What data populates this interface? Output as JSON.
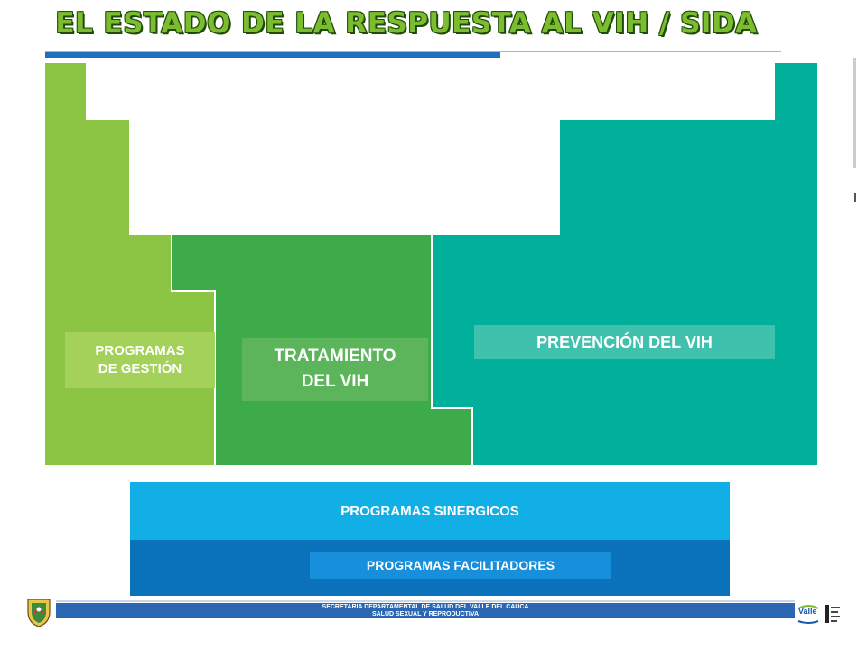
{
  "header": {
    "title": "EL ESTADO DE LA RESPUESTA AL VIH / SIDA"
  },
  "diagram": {
    "pieces": [
      {
        "id": "gestion",
        "label_lines": [
          "PROGRAMAS",
          "DE GESTIÓN"
        ],
        "color": "#8bc543"
      },
      {
        "id": "tratamiento",
        "label_lines": [
          "TRATAMIENTO",
          "DEL VIH"
        ],
        "color": "#3eab4a"
      },
      {
        "id": "prevencion",
        "label": "PREVENCIÓN DEL VIH",
        "color": "#00b09b"
      }
    ],
    "bands": {
      "sinergicos": {
        "label": "PROGRAMAS SINERGICOS",
        "color": "#12aee6"
      },
      "facilitadores": {
        "label": "PROGRAMAS FACILITADORES",
        "color": "#0a72bb"
      }
    }
  },
  "footer": {
    "line1": "SECRETARIA DEPARTAMENTAL DE SALUD DEL VALLE DEL CAUCA",
    "line2": "SALUD SEXUAL Y REPRODUCTIVA",
    "logo_text": "Valle",
    "bar_color": "#2b67b3"
  }
}
